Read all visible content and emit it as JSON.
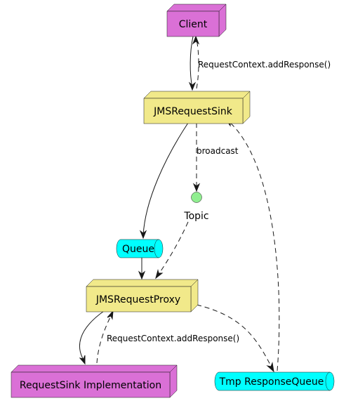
{
  "colors": {
    "component_purple": "#DA70D6",
    "component_yellow": "#F1E98A",
    "queue_cyan": "#00FFFF",
    "topic_green": "#90EE90",
    "edge": "#181818"
  },
  "nodes": {
    "client": {
      "label": "Client",
      "kind": "node"
    },
    "jms_request_sink": {
      "label": "JMSRequestSink",
      "kind": "node"
    },
    "topic": {
      "label": "Topic",
      "kind": "interface"
    },
    "queue": {
      "label": "Queue",
      "kind": "queue"
    },
    "jms_request_proxy": {
      "label": "JMSRequestProxy",
      "kind": "node"
    },
    "request_sink_impl": {
      "label": "RequestSink Implementation",
      "kind": "node"
    },
    "tmp_response_queue": {
      "label": "Tmp ResponseQueue",
      "kind": "queue"
    }
  },
  "edges": {
    "client_sink_label": "RequestContext.addResponse()",
    "sink_topic_label": "broadcast",
    "proxy_impl_label": "RequestContext.addResponse()"
  }
}
